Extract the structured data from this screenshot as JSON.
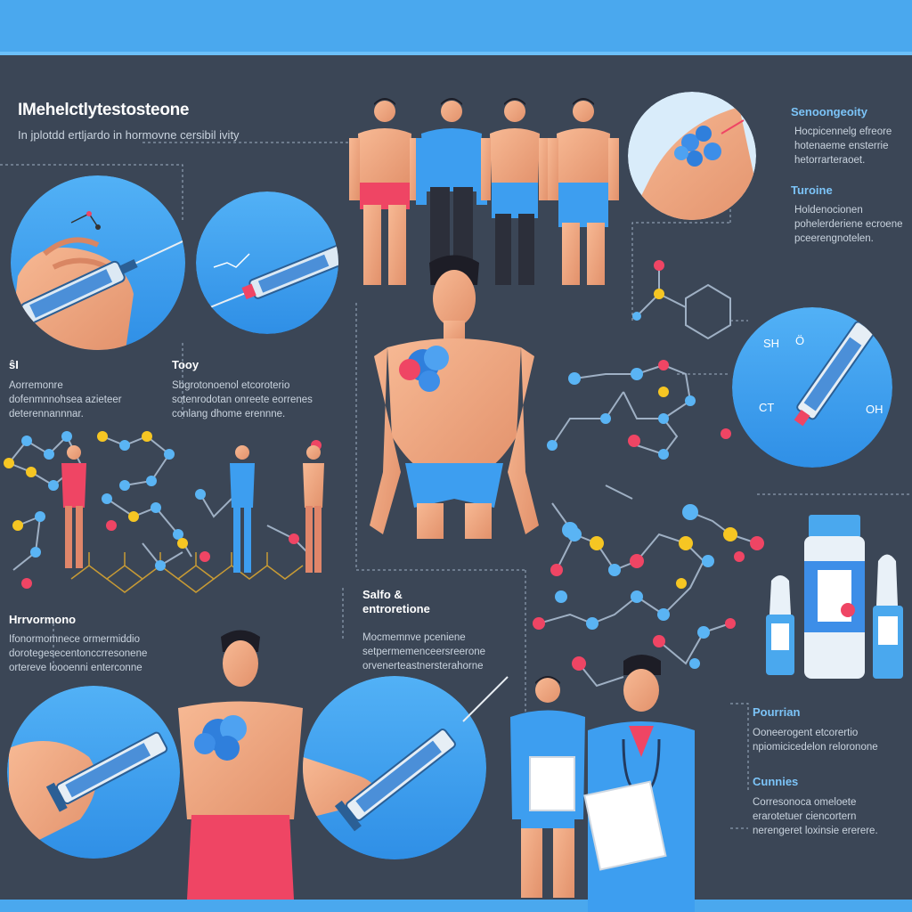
{
  "title": "IMehelctlytestosteone",
  "subtitle": "In jplotdd ertljardo in hormovne cersibil ivity",
  "sections": {
    "left_top": {
      "heading": "ŝI",
      "lines": [
        "Aorremonre",
        "dofenmnnohsea azieteer",
        "deterennannnar."
      ]
    },
    "toby": {
      "heading": "Tooy",
      "lines": [
        "Sbgrotonoenol etcoroterio",
        "sotenrodotan onreete eorrenes",
        "conlang dhome erennne."
      ]
    },
    "hmymmone": {
      "heading": "Hrrvormono",
      "lines": [
        "Ifonormomnece ormermiddio",
        "dorotegesecentonccrresonene",
        "ortereve loooenni enterconne"
      ]
    },
    "safe": {
      "heading_lines": [
        "Salfo &",
        "entroretione"
      ],
      "lines": [
        "Mocmemnve pceniene",
        "setpermemenceersreerone",
        "orvenerteastnersterahorne"
      ]
    },
    "serogenity": {
      "heading": "Senoongeoity",
      "lines": [
        "Hocpicennelg efreore",
        "hotenaeme ensterrie",
        "hetorrarteraoet."
      ]
    },
    "tuione": {
      "heading": "Turoine",
      "lines": [
        "Holdenocionen",
        "pohelerderiene ecroene",
        "pceerengnotelen."
      ]
    },
    "poutrian": {
      "heading": "Pourrian",
      "lines": [
        "Ooneerogent etcorertio",
        "npiomicicedelon reloronone"
      ]
    },
    "cunnes": {
      "heading": "Cunnies",
      "lines": [
        "Corresonoca omeloete",
        "erarotetuer ciencortern",
        "nerengeret loxinsie ererere."
      ]
    }
  },
  "syringe_labels": {
    "sh": "SH",
    "o": "Ö",
    "ct": "CT",
    "oh": "OH"
  },
  "colors": {
    "background": "#3b4656",
    "accent_blue": "#4aa8ee",
    "circle_blue": "#3d9ef0",
    "skin": "#f2a882",
    "red": "#ef4564",
    "yellow": "#f6c623"
  },
  "icons": [
    "syringe-icon",
    "molecule-icon",
    "vial-icon",
    "human-figure-icon",
    "doctor-icon",
    "clipboard-icon"
  ]
}
